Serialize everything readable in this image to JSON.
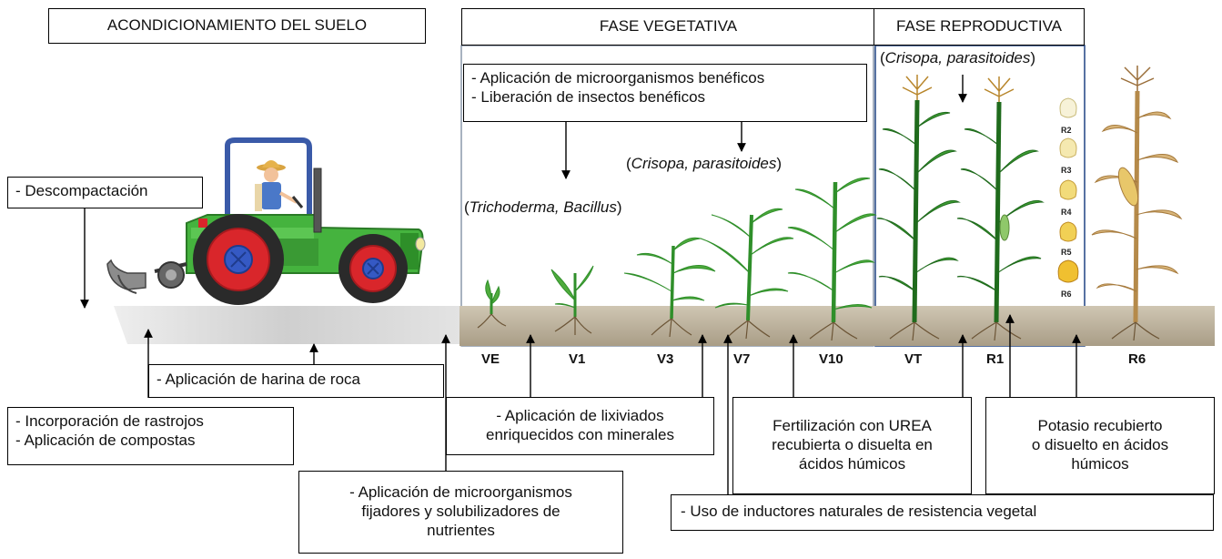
{
  "headers": {
    "soil": "ACONDICIONAMIENTO DEL SUELO",
    "vegetative": "FASE VEGETATIVA",
    "reproductive": "FASE REPRODUCTIVA"
  },
  "annotations": {
    "micro_beneficos": "- Aplicación de microorganismos benéficos",
    "insectos_beneficos": "- Liberación de insectos benéficos",
    "crisopa_open": "(",
    "crisopa_italic": "Crisopa, parasitoides",
    "crisopa_close": ")",
    "trichoderma_italic": "Trichoderma, Bacillus",
    "descompactacion": "- Descompactación",
    "harina_roca": "- Aplicación de harina de roca",
    "rastrojos": "- Incorporación de rastrojos",
    "compostas": "- Aplicación de compostas",
    "lixiviados_1": "-    Aplicación de lixiviados",
    "lixiviados_2": "enriquecidos con minerales",
    "urea_1": "Fertilización con UREA",
    "urea_2": "recubierta o disuelta en",
    "urea_3": "ácidos húmicos",
    "potasio_1": "Potasio recubierto",
    "potasio_2": "o disuelto en ácidos",
    "potasio_3": "húmicos",
    "fijadores_1": "- Aplicación de microorganismos",
    "fijadores_2": "fijadores y solubilizadores de",
    "fijadores_3": "nutrientes",
    "inductores": "-    Uso de inductores naturales de resistencia vegetal"
  },
  "stages": [
    "VE",
    "V1",
    "V3",
    "V7",
    "V10",
    "VT",
    "R1",
    "R6"
  ],
  "kernel_stages": [
    "R2",
    "R3",
    "R4",
    "R5",
    "R6"
  ],
  "colors": {
    "plant_green": "#2f8f2a",
    "plant_dark": "#1f6b1c",
    "soil": "#b9ae98",
    "dry_stalk": "#c9a46a",
    "tractor_green": "#3cae3a",
    "wheel_red": "#d9262b",
    "hub_blue": "#3559c4"
  },
  "icons": [
    "tractor-icon",
    "farmer-icon",
    "plow-icon",
    "corn-plant-icon",
    "corn-kernel-icon",
    "root-icon"
  ]
}
